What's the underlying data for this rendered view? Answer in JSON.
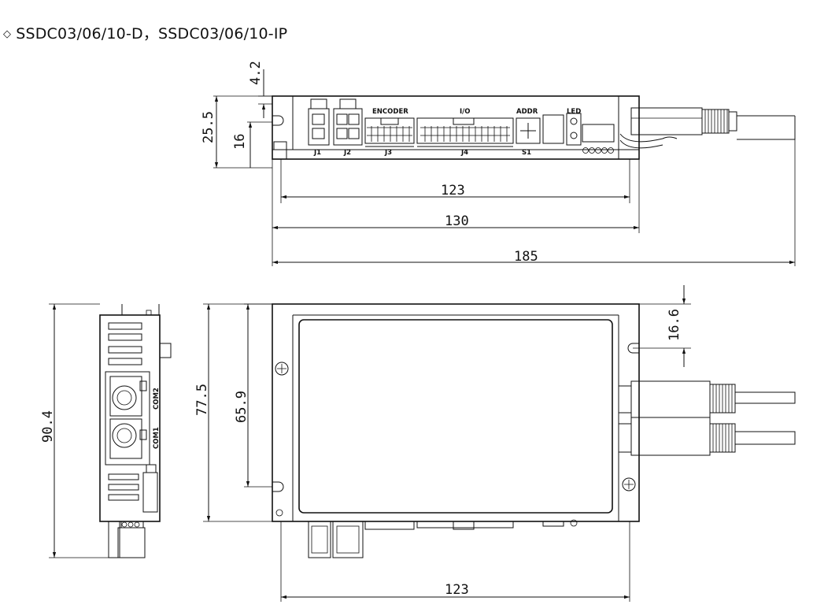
{
  "title": "SSDC03/06/10-D，SSDC03/06/10-IP",
  "title_bullet": "◇",
  "dimensions": {
    "top_height_small": "4.2",
    "top_height": "25.5",
    "top_inner": "16",
    "length_123": "123",
    "length_130": "130",
    "length_185": "185",
    "side_height": "90.4",
    "front_height": "77.5",
    "front_inner": "65.9",
    "right_offset": "16.6",
    "bottom_123": "123"
  },
  "connector_labels": {
    "encoder": "ENCODER",
    "io": "I/O",
    "addr": "ADDR",
    "led": "LED",
    "j1": "J1",
    "j2": "J2",
    "j3": "J3",
    "j4": "J4",
    "s1": "S1",
    "com1": "COM1",
    "com2": "COM2"
  }
}
